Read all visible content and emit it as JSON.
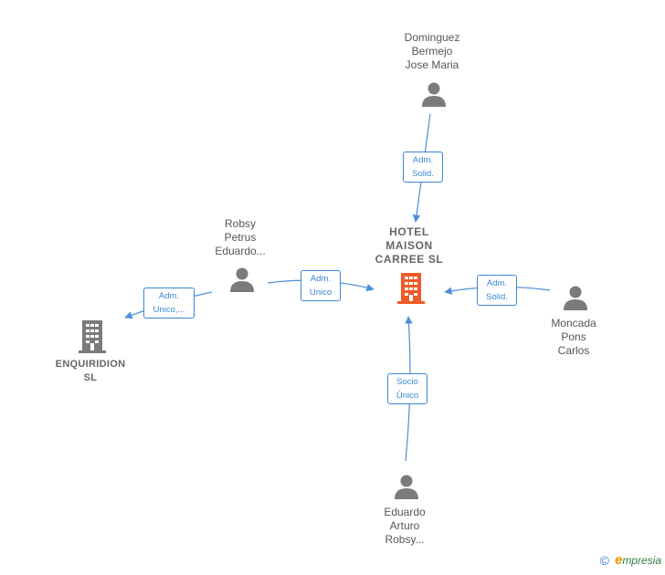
{
  "nodes": {
    "dominguez": {
      "lines": [
        "Dominguez",
        "Bermejo",
        "Jose Maria"
      ]
    },
    "robsy_petrus": {
      "lines": [
        "Robsy",
        "Petrus",
        "Eduardo..."
      ]
    },
    "hotel": {
      "lines": [
        "HOTEL",
        "MAISON",
        "CARREE  SL"
      ]
    },
    "moncada": {
      "lines": [
        "Moncada",
        "Pons",
        "Carlos"
      ]
    },
    "enquiridion": {
      "lines": [
        "ENQUIRIDION",
        "SL"
      ]
    },
    "eduardo_arturo": {
      "lines": [
        "Eduardo",
        "Arturo",
        "Robsy..."
      ]
    }
  },
  "relations": {
    "dominguez_hotel": {
      "lines": [
        "Adm.",
        "Solid."
      ]
    },
    "robsy_hotel": {
      "lines": [
        "Adm.",
        "Unico"
      ]
    },
    "robsy_enquiridion": {
      "lines": [
        "Adm.",
        "Unico,..."
      ]
    },
    "moncada_hotel": {
      "lines": [
        "Adm.",
        "Solid."
      ]
    },
    "eduardo_hotel": {
      "lines": [
        "Socio",
        "Único"
      ]
    }
  },
  "footer": {
    "copyright": "©",
    "brand_initial": "e",
    "brand_rest": "mpresia"
  },
  "colors": {
    "edge": "#4a90d9",
    "person_icon": "#7b7b7b",
    "company_icon": "#7b7b7b",
    "main_company_icon": "#f05a28"
  }
}
